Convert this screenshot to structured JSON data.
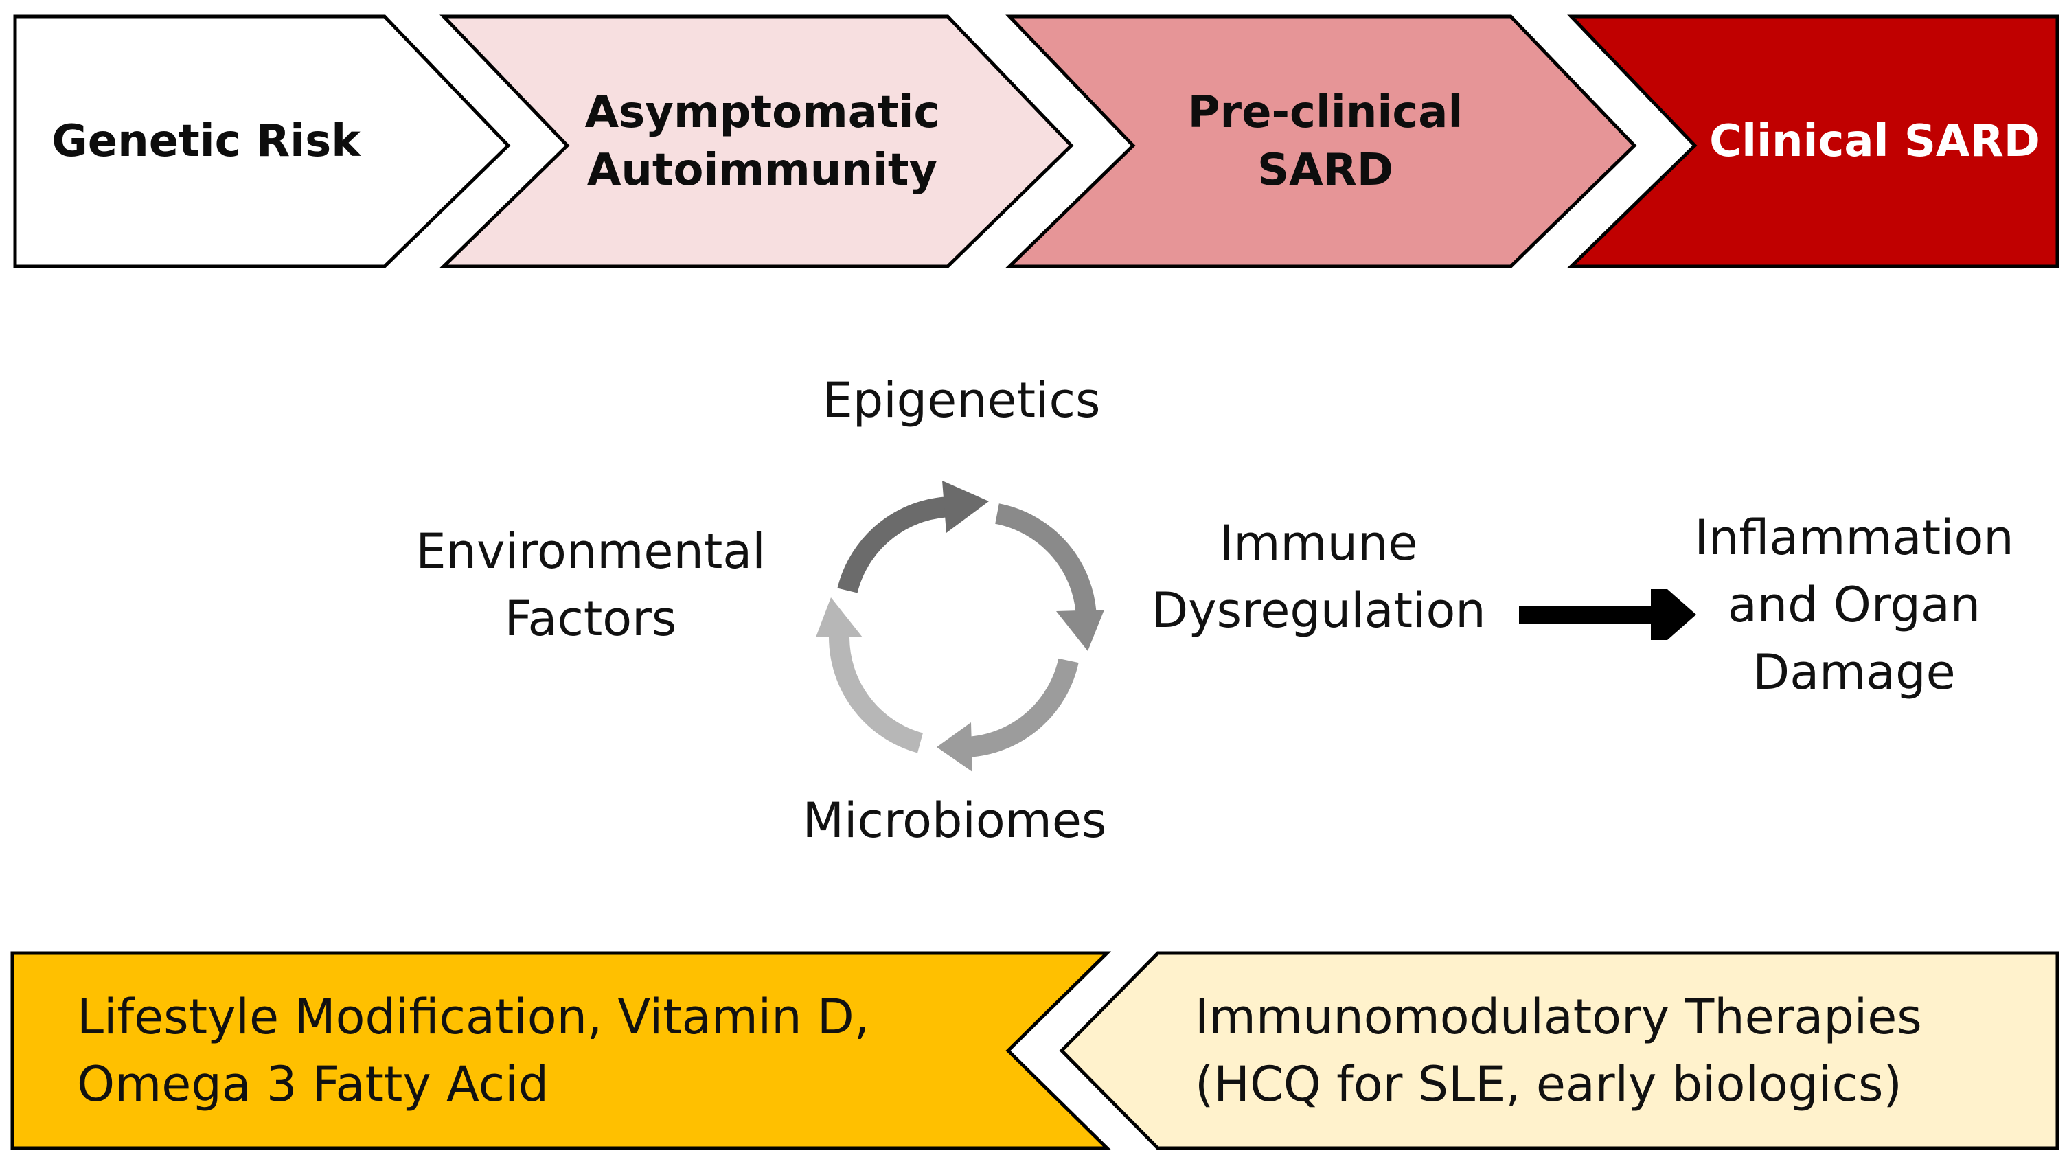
{
  "stages": [
    {
      "lines": [
        "Genetic Risk"
      ],
      "fill": "#ffffff",
      "text_color": "#0d0d0d"
    },
    {
      "lines": [
        "Asymptomatic",
        "Autoimmunity"
      ],
      "fill": "#f7dfe0",
      "text_color": "#0d0d0d"
    },
    {
      "lines": [
        "Pre-clinical",
        "SARD"
      ],
      "fill": "#e69597",
      "text_color": "#0d0d0d"
    },
    {
      "lines": [
        "Clinical SARD"
      ],
      "fill": "#c00000",
      "text_color": "#ffffff"
    }
  ],
  "cycle": {
    "top": "Epigenetics",
    "left": [
      "Environmental",
      "Factors"
    ],
    "bottom": "Microbiomes",
    "arrow_colors": [
      "#6b6b6b",
      "#8a8a8a",
      "#9c9c9c",
      "#b7b7b7"
    ]
  },
  "immune": [
    "Immune",
    "Dysregulation"
  ],
  "outcome": [
    "Inflammation",
    "and Organ",
    "Damage"
  ],
  "interventions": {
    "left": {
      "lines": [
        "Lifestyle Modification, Vitamin D,",
        "Omega 3 Fatty Acid"
      ],
      "fill": "#ffc000"
    },
    "right": {
      "lines": [
        "Immunomodulatory Therapies",
        "(HCQ for SLE, early biologics)"
      ],
      "fill": "#fff2cc"
    }
  }
}
